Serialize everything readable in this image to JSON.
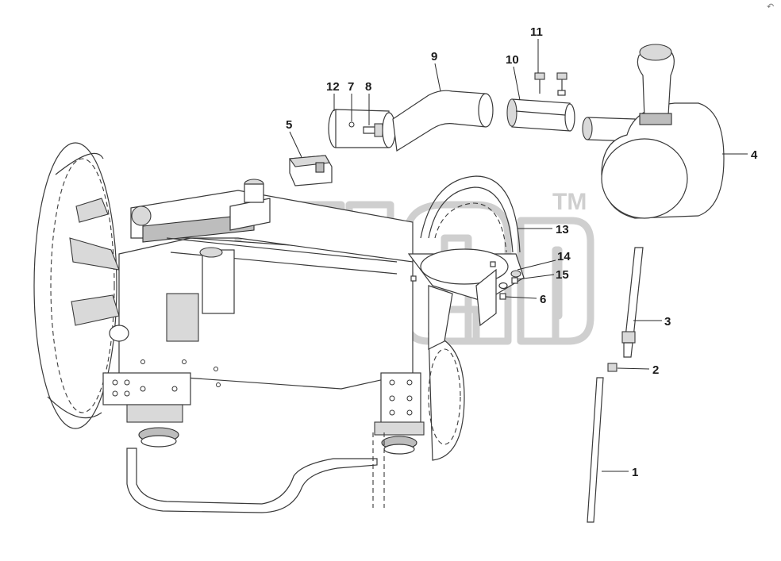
{
  "watermark": {
    "mark": "TM"
  },
  "corner_mark": "↶",
  "callouts": [
    {
      "id": "c1",
      "label": "1"
    },
    {
      "id": "c2",
      "label": "2"
    },
    {
      "id": "c3",
      "label": "3"
    },
    {
      "id": "c4",
      "label": "4"
    },
    {
      "id": "c5",
      "label": "5"
    },
    {
      "id": "c6",
      "label": "6"
    },
    {
      "id": "c7",
      "label": "7"
    },
    {
      "id": "c8",
      "label": "8"
    },
    {
      "id": "c9",
      "label": "9"
    },
    {
      "id": "c10",
      "label": "10"
    },
    {
      "id": "c11",
      "label": "11"
    },
    {
      "id": "c12",
      "label": "12"
    },
    {
      "id": "c13",
      "label": "13"
    },
    {
      "id": "c14",
      "label": "14"
    },
    {
      "id": "c15",
      "label": "15"
    }
  ]
}
